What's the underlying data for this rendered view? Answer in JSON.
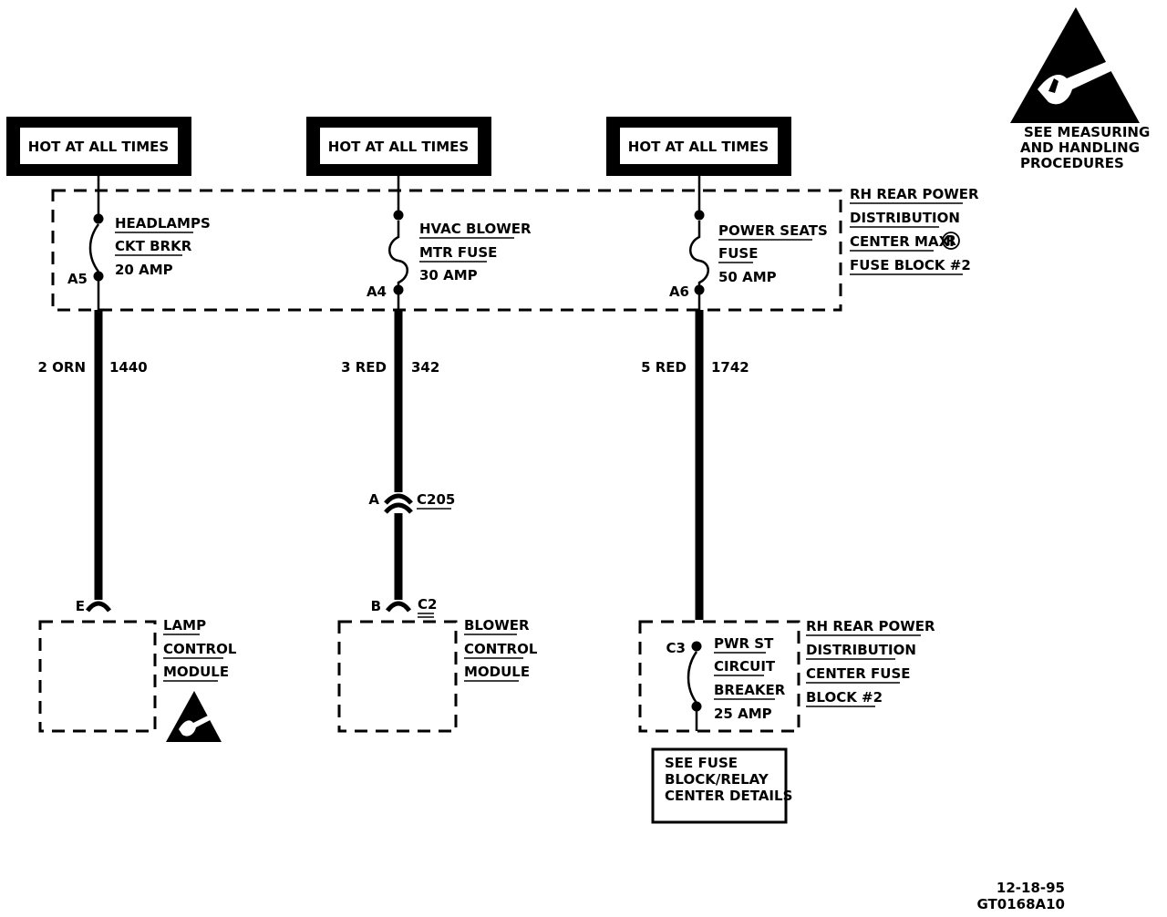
{
  "warning": {
    "lines": [
      "SEE MEASURING",
      "AND HANDLING",
      "PROCEDURES"
    ],
    "icon": "esd-warning-icon"
  },
  "hot_boxes": [
    {
      "label": "HOT AT ALL TIMES"
    },
    {
      "label": "HOT AT ALL TIMES"
    },
    {
      "label": "HOT AT ALL TIMES"
    }
  ],
  "fuse_block": {
    "lines": [
      "RH REAR POWER",
      "DISTRIBUTION",
      "CENTER MAXI",
      "FUSE BLOCK #2"
    ],
    "registered_mark": "R",
    "circuits": [
      {
        "device": [
          "HEADLAMPS",
          "CKT BRKR"
        ],
        "rating": "20 AMP",
        "terminal": "A5",
        "type": "breaker"
      },
      {
        "device": [
          "HVAC BLOWER",
          "MTR FUSE"
        ],
        "rating": "30 AMP",
        "terminal": "A4",
        "type": "fuse"
      },
      {
        "device": [
          "POWER SEATS",
          "FUSE"
        ],
        "rating": "50 AMP",
        "terminal": "A6",
        "type": "fuse"
      }
    ]
  },
  "wires": [
    {
      "size_color": "2 ORN",
      "circuit": "1440"
    },
    {
      "size_color": "3 RED",
      "circuit": "342"
    },
    {
      "size_color": "5 RED",
      "circuit": "1742"
    }
  ],
  "connector_c205": {
    "pin": "A",
    "name": "C205"
  },
  "lamp_module": {
    "terminal": "E",
    "lines": [
      "LAMP",
      "CONTROL",
      "MODULE"
    ],
    "icon": "esd-warning-icon"
  },
  "blower_module": {
    "terminal": "B",
    "connector": "C2",
    "lines": [
      "BLOWER",
      "CONTROL",
      "MODULE"
    ]
  },
  "center_fuse": {
    "terminal": "C3",
    "device": [
      "PWR ST",
      "CIRCUIT",
      "BREAKER"
    ],
    "rating": "25 AMP",
    "lines": [
      "RH REAR POWER",
      "DISTRIBUTION",
      "CENTER FUSE",
      "BLOCK #2"
    ]
  },
  "see_fuse": {
    "lines": [
      "SEE FUSE",
      "BLOCK/RELAY",
      "CENTER DETAILS"
    ]
  },
  "footer": {
    "date": "12-18-95",
    "code": "GT0168A10"
  }
}
